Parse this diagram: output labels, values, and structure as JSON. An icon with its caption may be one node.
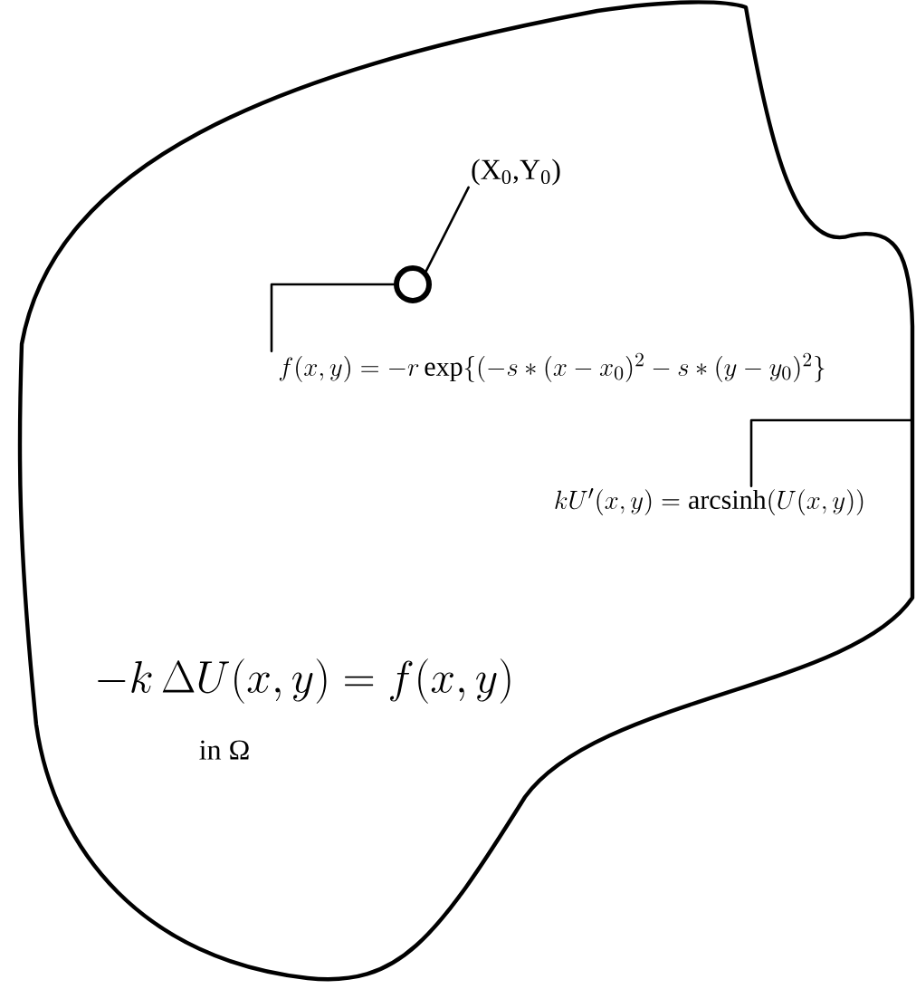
{
  "diagram": {
    "nodes": [
      {
        "text": [],
        "shape": "blob"
      },
      {
        "text": [
          "(X$_{0}$,Y$_{0}$)"
        ],
        "in": 0
      },
      {
        "text": [],
        "shape": "circle",
        "in": 0
      },
      {
        "text": [
          "f(x,y)=-r\\exp\\{(-s*(x-x_0)^2-s*(y-y_0)^2\\}"
        ],
        "in": 0
      },
      {
        "text": [
          "kU'(x,y)=\\mathrm{arcsinh}(U(x,y))"
        ],
        "in": 0
      }
    ],
    "edges": [
      {
        "from": 1,
        "to": 2,
        "arrow": "none"
      },
      {
        "from": 3,
        "to": 2,
        "arrow": "none"
      },
      {
        "from": 4,
        "to": 0,
        "arrow": "none"
      }
    ],
    "labels": [
      "-k\\,\\Delta U(x,y)=f(x,y)",
      "in Ω"
    ]
  }
}
